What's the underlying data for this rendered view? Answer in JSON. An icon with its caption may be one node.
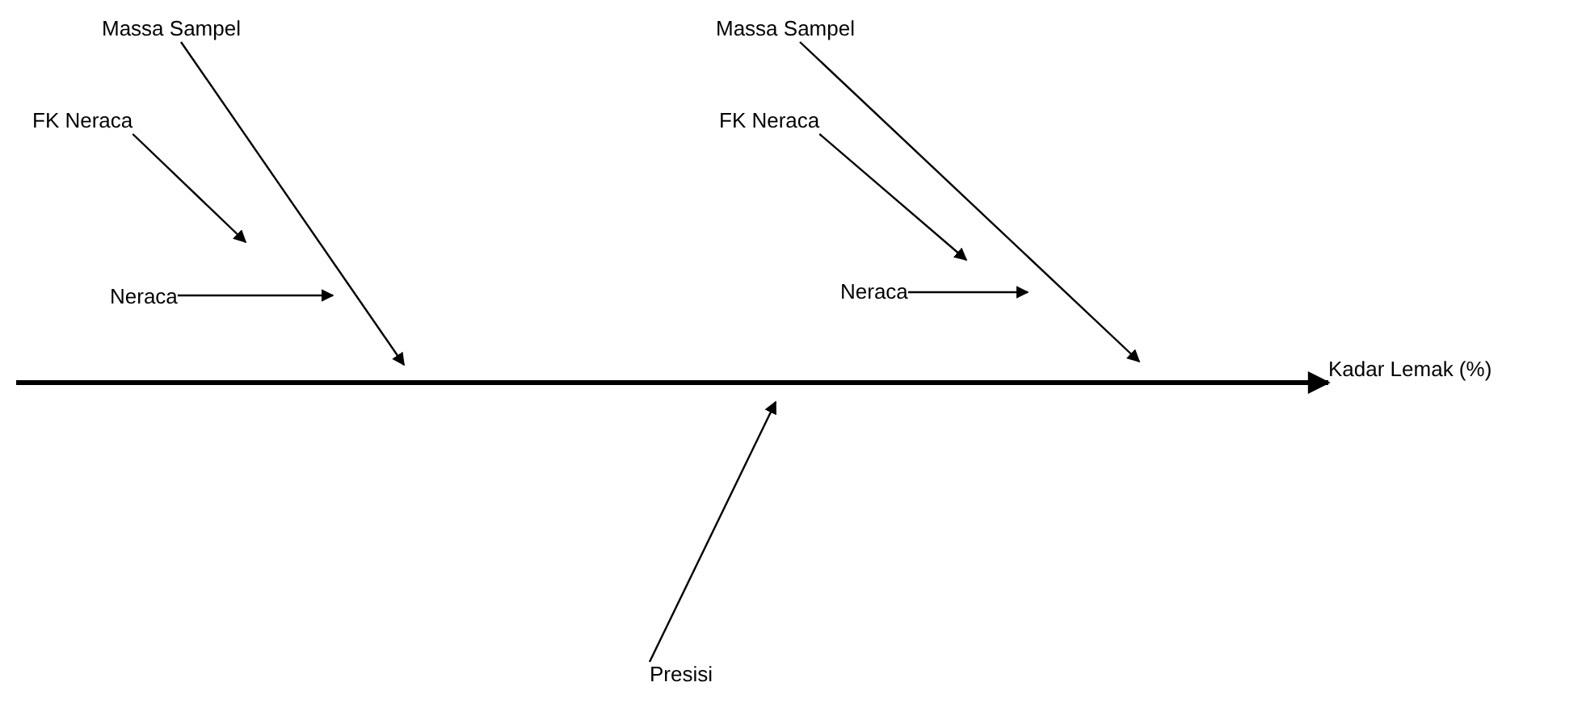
{
  "diagram": {
    "nodes": [
      {
        "text": [
          "Massa Sampel"
        ]
      },
      {
        "text": [
          "FK Neraca"
        ]
      },
      {
        "text": [
          "Neraca"
        ]
      },
      {
        "text": [
          "Massa Sampel"
        ]
      },
      {
        "text": [
          "FK Neraca"
        ]
      },
      {
        "text": [
          "Neraca"
        ]
      },
      {
        "text": [
          "Kadar Lemak (%)"
        ]
      },
      {
        "text": [
          "Presisi"
        ]
      }
    ],
    "edges": [
      {
        "from": null,
        "to": 6,
        "arrow": "to",
        "style": "thick"
      },
      {
        "from": 0,
        "to": null,
        "arrow": "to"
      },
      {
        "from": 1,
        "to": null,
        "arrow": "to"
      },
      {
        "from": 2,
        "to": null,
        "arrow": "to"
      },
      {
        "from": 3,
        "to": null,
        "arrow": "to"
      },
      {
        "from": 4,
        "to": null,
        "arrow": "to"
      },
      {
        "from": 5,
        "to": null,
        "arrow": "to"
      },
      {
        "from": 7,
        "to": null,
        "arrow": "to"
      }
    ]
  }
}
